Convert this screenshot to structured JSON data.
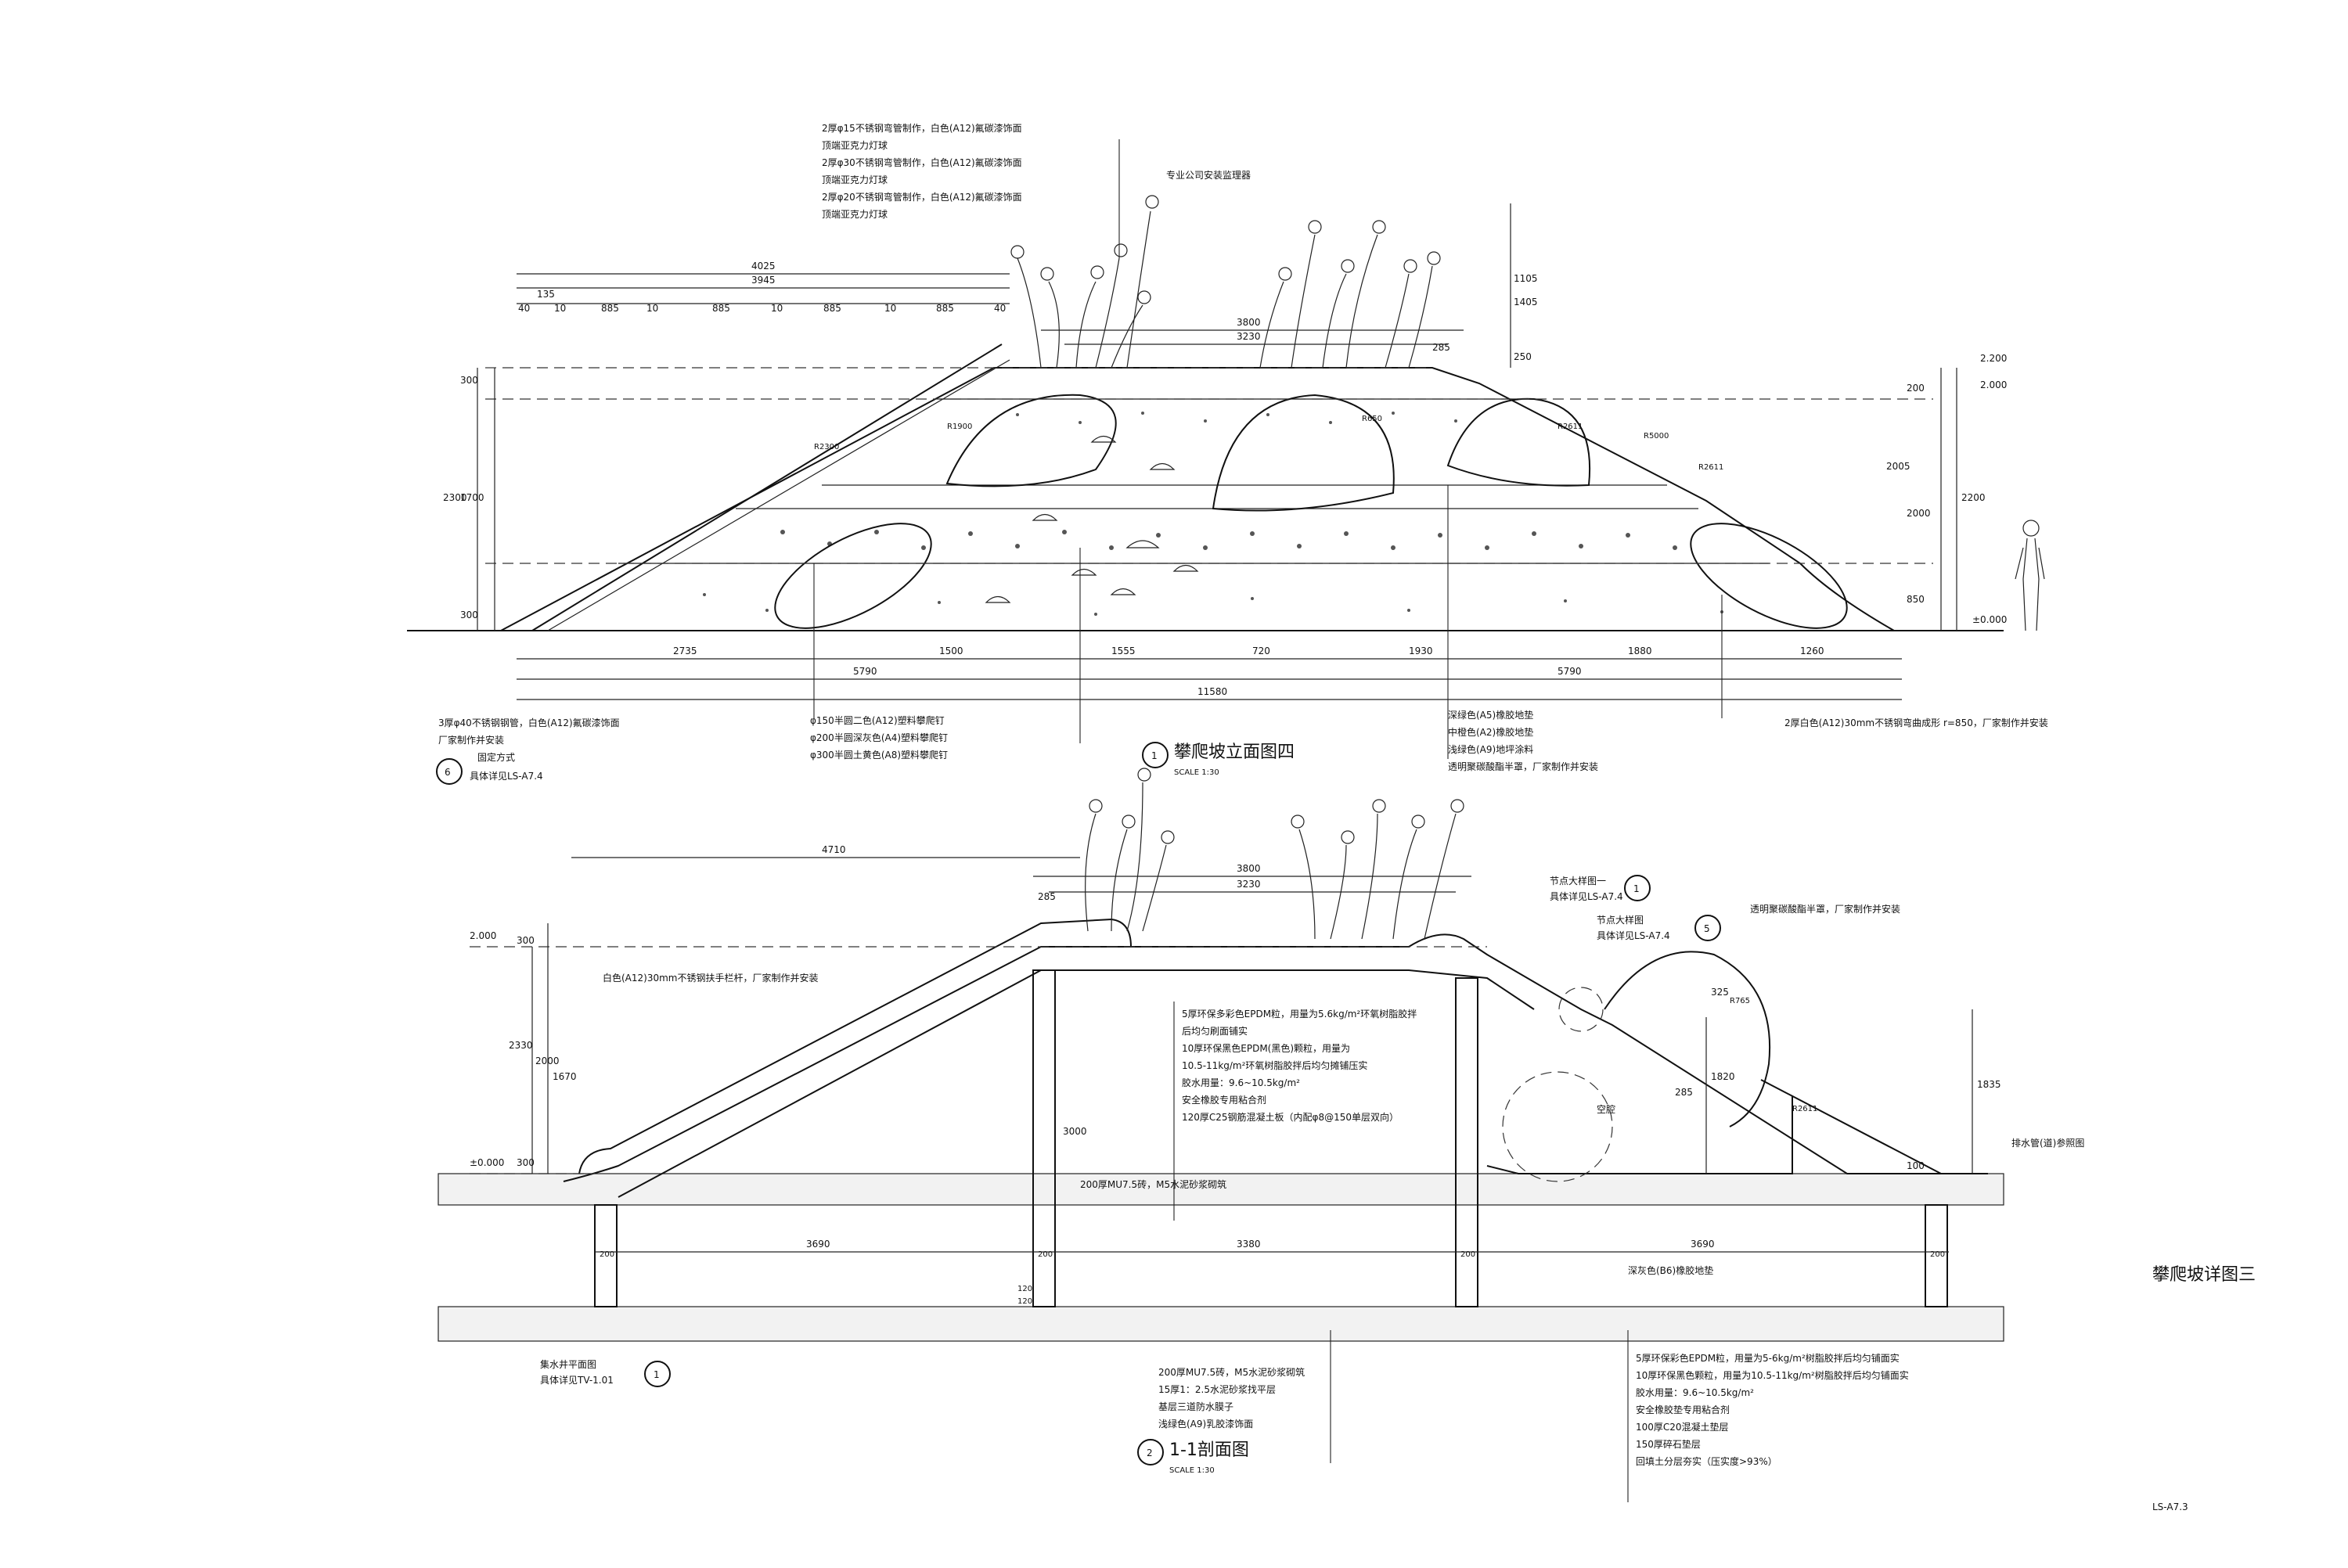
{
  "sheet": {
    "title": "攀爬坡详图三",
    "drawing_no": "LS-A7.3"
  },
  "elevation": {
    "title": "攀爬坡立面图四",
    "index": "1",
    "scale": "SCALE  1:30",
    "top_notes": [
      "2厚φ15不锈钢弯管制作，白色(A12)氟碳漆饰面",
      "顶端亚克力灯球",
      "2厚φ30不锈钢弯管制作，白色(A12)氟碳漆饰面",
      "顶端亚克力灯球",
      "2厚φ20不锈钢弯管制作，白色(A12)氟碳漆饰面",
      "顶端亚克力灯球"
    ],
    "install_note": "专业公司安装监理器",
    "dims_top": [
      "4025",
      "3945",
      "40",
      "135",
      "10",
      "885",
      "10",
      "885",
      "10",
      "885",
      "10",
      "885",
      "40"
    ],
    "dims_mid": [
      "3800",
      "3230",
      "285"
    ],
    "dims_bottom": [
      "2735",
      "1500",
      "1555",
      "720",
      "1930",
      "1880",
      "1260"
    ],
    "dims_bottom_group": [
      "5790",
      "5790"
    ],
    "total": "11580",
    "left_dims": [
      "300",
      "1700",
      "300",
      "2300"
    ],
    "right_dims": [
      "1105",
      "1405",
      "200",
      "2200",
      "250",
      "2000",
      "850",
      "2005"
    ],
    "levels": [
      "2.200",
      "2.000",
      "±0.000"
    ],
    "labels_small": [
      "R2300",
      "R1900",
      "R650",
      "R2611",
      "R5000",
      "R2611"
    ],
    "bottom_left_notes": [
      "3厚φ40不锈钢钢管，白色(A12)氟碳漆饰面",
      "厂家制作并安装",
      "固定方式"
    ],
    "detail_ref": {
      "num": "6",
      "text": "具体详见LS-A7.4"
    },
    "mid_notes": [
      "φ150半圆二色(A12)塑料攀爬钉",
      "φ200半圆深灰色(A4)塑料攀爬钉",
      "φ300半圆土黄色(A8)塑料攀爬钉"
    ],
    "right_notes": [
      "深绿色(A5)橡胶地垫",
      "中橙色(A2)橡胶地垫",
      "浅绿色(A9)地坪涂料",
      "透明聚碳酸酯半罩，厂家制作并安装"
    ],
    "far_right_note": "2厚白色(A12)30mm不锈钢弯曲成形 r=850，厂家制作并安装"
  },
  "section": {
    "title": "1-1剖面图",
    "index": "2",
    "scale": "SCALE  1:30",
    "dims_top": [
      "4710",
      "3800",
      "3230",
      "285"
    ],
    "dims_bottom": [
      "3690",
      "3380",
      "3690"
    ],
    "left_dims": [
      "300",
      "1670",
      "2000",
      "2330",
      "300"
    ],
    "right_dims": [
      "325",
      "1820",
      "1835",
      "285",
      "100"
    ],
    "inner_dim": "3000",
    "small_dims": [
      "200",
      "200",
      "200",
      "200",
      "120",
      "120"
    ],
    "levels": [
      "2.000",
      "±0.000"
    ],
    "detail_a": {
      "text": "节点大样图一",
      "ref": "具体详见LS-A7.4",
      "num": "1"
    },
    "detail_b": {
      "text": "节点大样图",
      "ref": "具体详见LS-A7.4",
      "num": "5"
    },
    "detail_c": {
      "text": "集水井平面图",
      "ref": "具体详见TV-1.01",
      "num": "1"
    },
    "handrail_note": "白色(A12)30mm不锈钢扶手栏杆，厂家制作并安装",
    "cover_note": "透明聚碳酸酯半罩，厂家制作并安装",
    "radius": "R765",
    "r_small": "R2611",
    "drain_note": "排水管(道)参照图",
    "wall_note": "200厚MU7.5砖，M5水泥砂浆砌筑",
    "pit_note": "深灰色(B6)橡胶地垫",
    "space_note": "空腔",
    "center_notes": [
      "5厚环保多彩色EPDM粒，用量为5.6kg/m²环氧树脂胶拌",
      "后均匀刷面铺实",
      "10厚环保黑色EPDM(黑色)颗粒，用量为",
      "10.5-11kg/m²环氧树脂胶拌后均匀摊铺压实",
      "胶水用量：9.6~10.5kg/m²",
      "安全橡胶专用粘合剂",
      "120厚C25钢筋混凝土板（内配φ8@150单层双向）"
    ],
    "bottom_left_notes": [
      "200厚MU7.5砖，M5水泥砂浆砌筑",
      "15厚1：2.5水泥砂浆找平层",
      "基层三道防水膜子",
      "浅绿色(A9)乳胶漆饰面"
    ],
    "bottom_right_notes": [
      "5厚环保彩色EPDM粒，用量为5-6kg/m²树脂胶拌后均匀铺面实",
      "10厚环保黑色颗粒，用量为10.5-11kg/m²树脂胶拌后均匀铺面实",
      "胶水用量：9.6~10.5kg/m²",
      "安全橡胶垫专用粘合剂",
      "100厚C20混凝土垫层",
      "150厚碎石垫层",
      "回填土分层夯实（压实度>93%）"
    ]
  }
}
